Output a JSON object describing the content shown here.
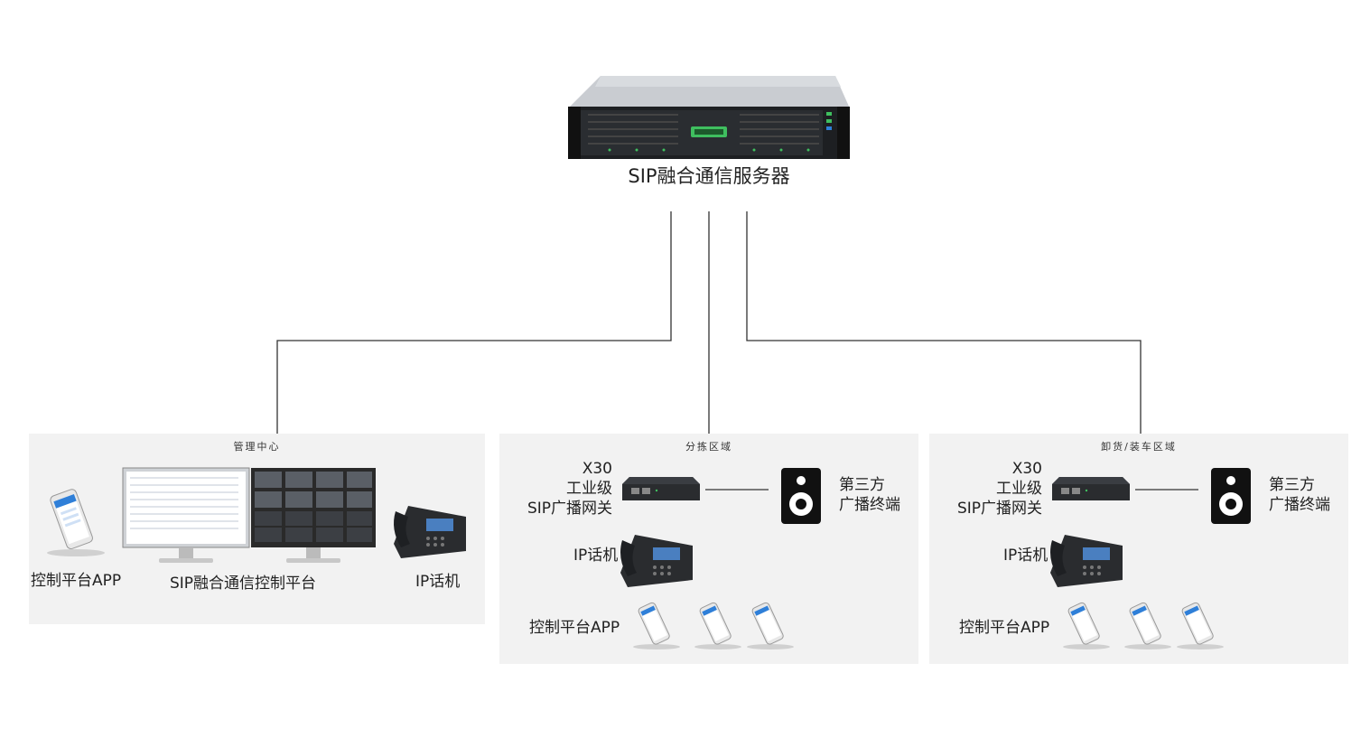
{
  "server": {
    "label": "SIP融合通信服务器"
  },
  "zones": [
    {
      "title": "管理中心",
      "app_label": "控制平台APP",
      "platform_label": "SIP融合通信控制平台",
      "phone_label": "IP话机"
    },
    {
      "title": "分拣区域",
      "gateway_label_lines": [
        "X30",
        "工业级",
        "SIP广播网关"
      ],
      "speaker_label_lines": [
        "第三方",
        "广播终端"
      ],
      "phone_label": "IP话机",
      "app_label": "控制平台APP"
    },
    {
      "title": "卸货/装车区域",
      "gateway_label_lines": [
        "X30",
        "工业级",
        "SIP广播网关"
      ],
      "speaker_label_lines": [
        "第三方",
        "广播终端"
      ],
      "phone_label": "IP话机",
      "app_label": "控制平台APP"
    }
  ],
  "colors": {
    "panel_bg": "#f2f2f2",
    "line": "#333333",
    "accent_green": "#3fbf5f",
    "phone_blue": "#2f7fd8"
  }
}
